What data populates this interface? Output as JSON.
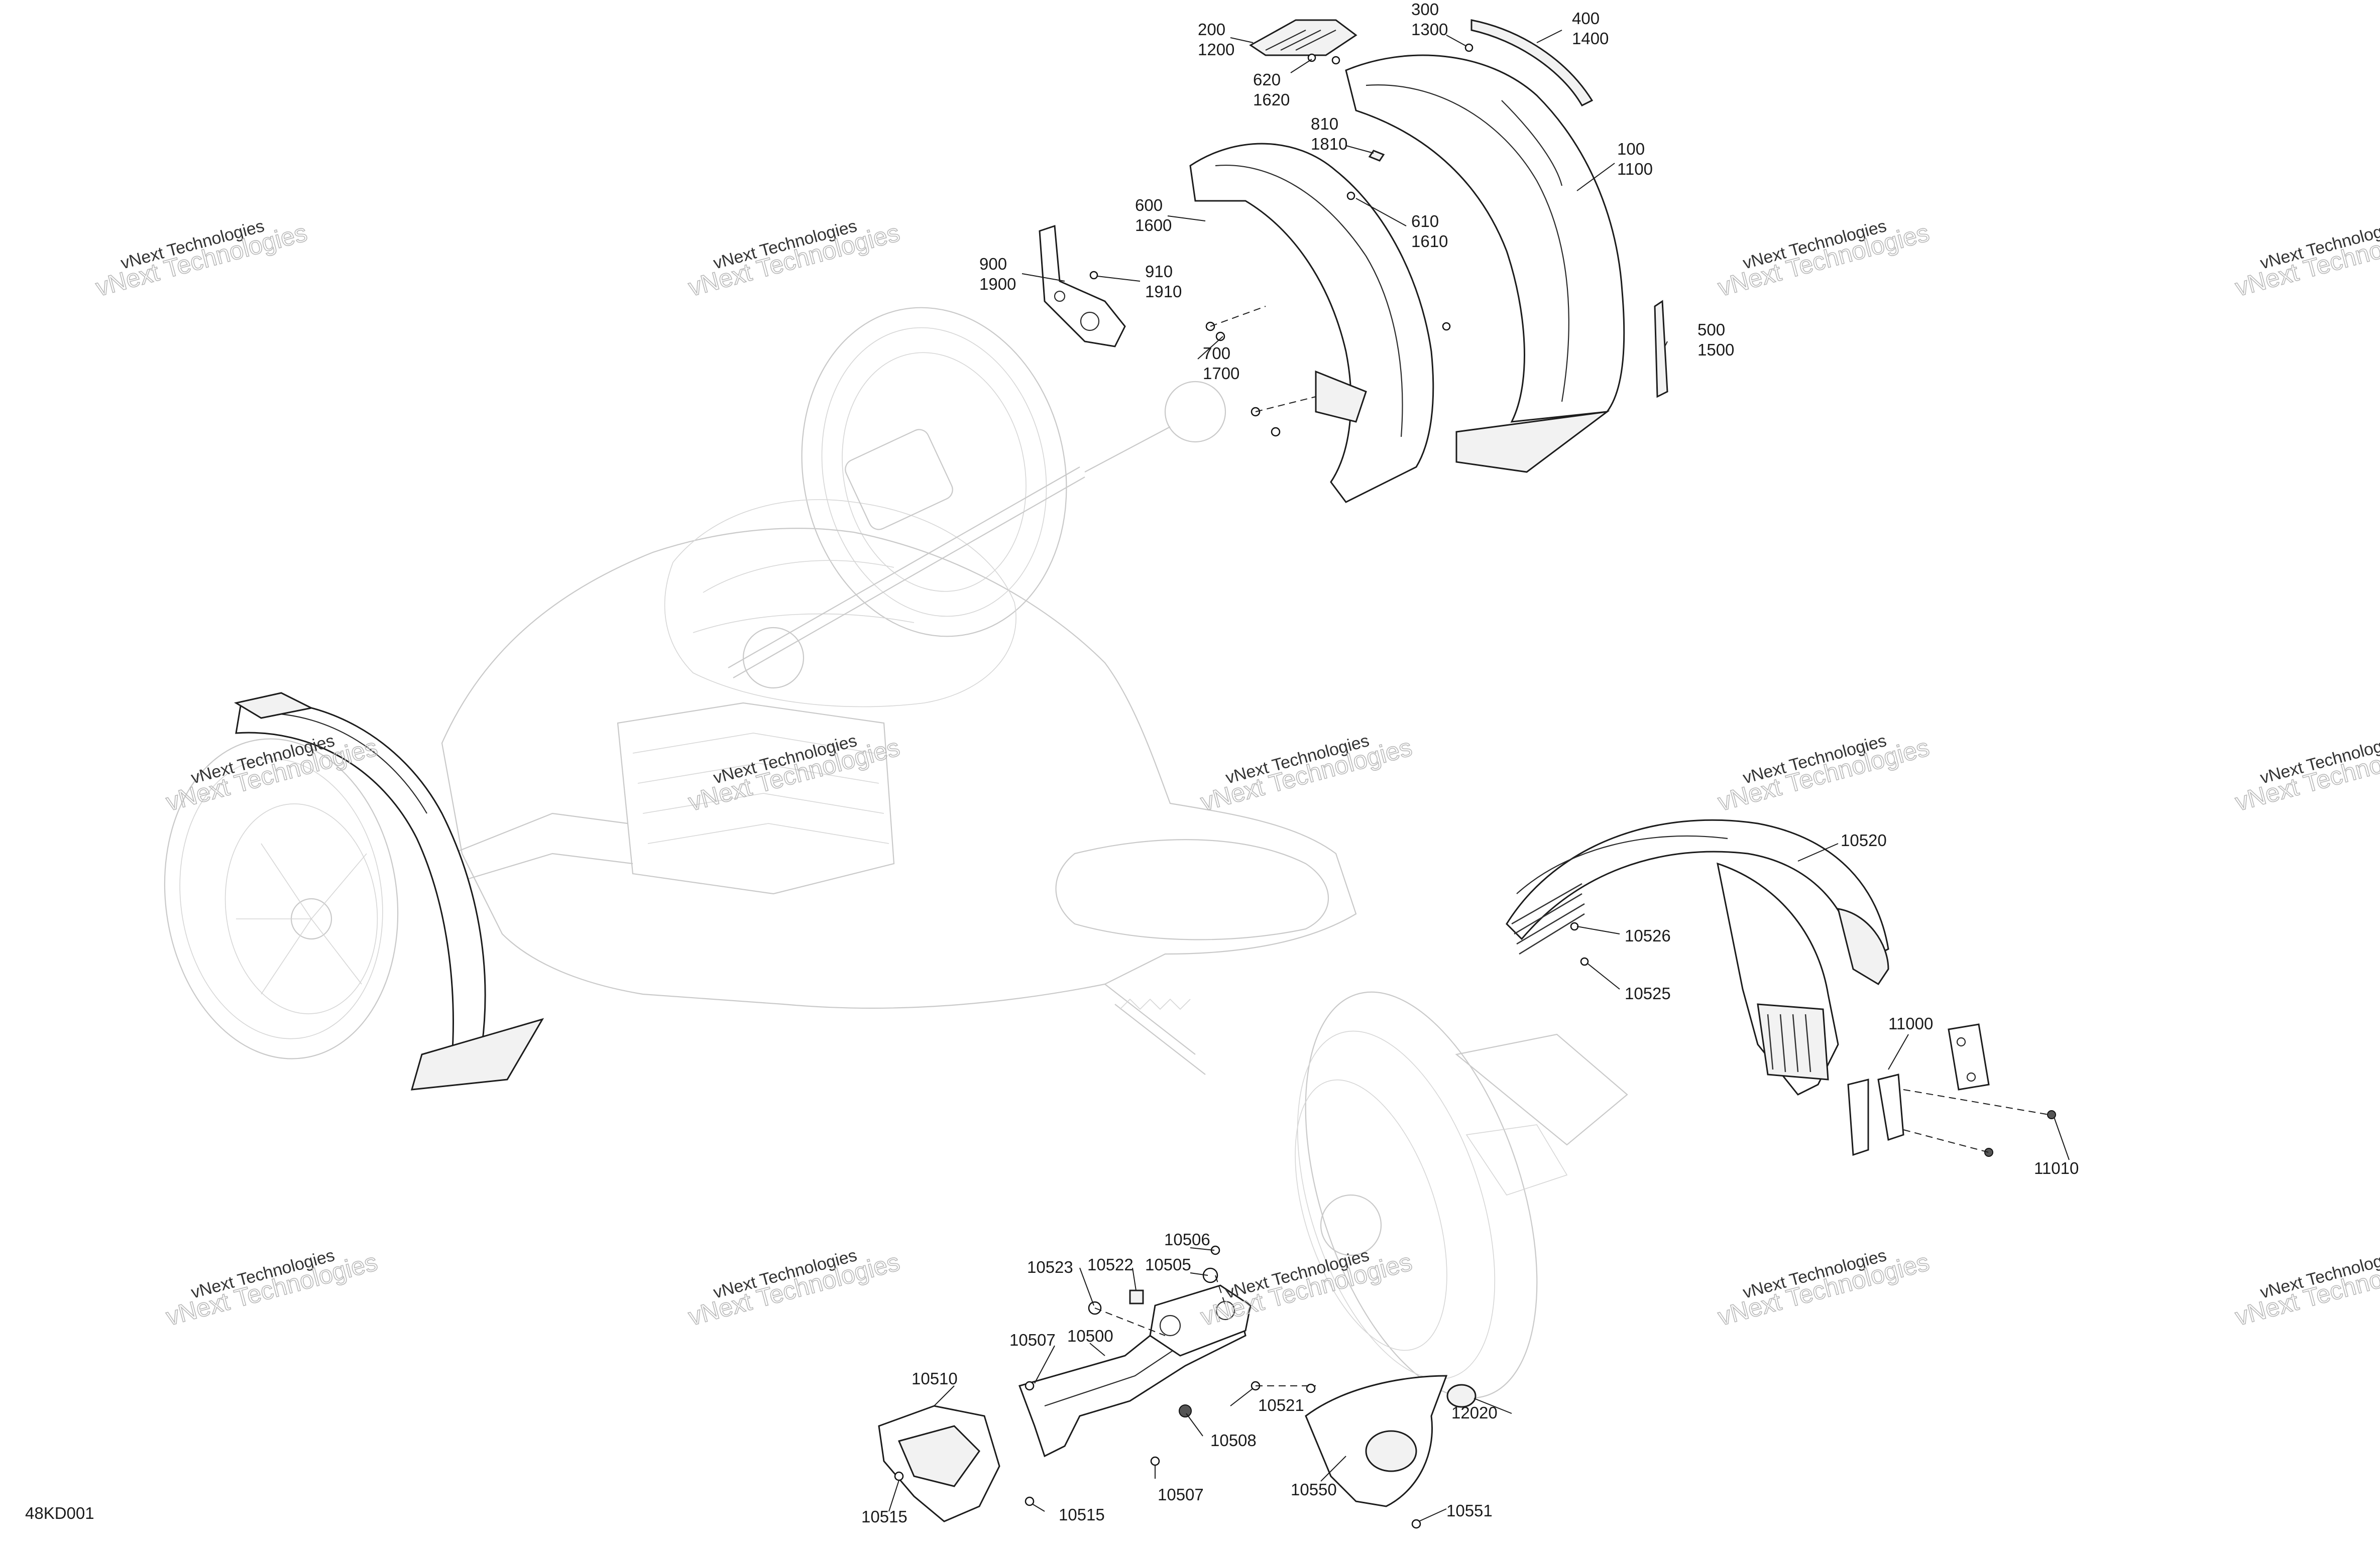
{
  "diagram_code": "48KD001",
  "watermark": {
    "line1": "vNext Technologies",
    "line2": "vNext Technologies"
  },
  "callouts": {
    "c200_1200": [
      "200",
      "1200"
    ],
    "c620_1620": [
      "620",
      "1620"
    ],
    "c300_1300": [
      "300",
      "1300"
    ],
    "c400_1400": [
      "400",
      "1400"
    ],
    "c810_1810": [
      "810",
      "1810"
    ],
    "c100_1100": [
      "100",
      "1100"
    ],
    "c600_1600": [
      "600",
      "1600"
    ],
    "c610_1610": [
      "610",
      "1610"
    ],
    "c900_1900": [
      "900",
      "1900"
    ],
    "c910_1910": [
      "910",
      "1910"
    ],
    "c500_1500": [
      "500",
      "1500"
    ],
    "c700_1700": [
      "700",
      "1700"
    ],
    "c10520": "10520",
    "c10526": "10526",
    "c10525": "10525",
    "c11000": "11000",
    "c11010": "11010",
    "c10506": "10506",
    "c10505": "10505",
    "c10523": "10523",
    "c10522": "10522",
    "c10507a": "10507",
    "c10500": "10500",
    "c10510": "10510",
    "c10521": "10521",
    "c12020": "12020",
    "c10508": "10508",
    "c10550": "10550",
    "c10515a": "10515",
    "c10515b": "10515",
    "c10507b": "10507",
    "c10551": "10551"
  }
}
